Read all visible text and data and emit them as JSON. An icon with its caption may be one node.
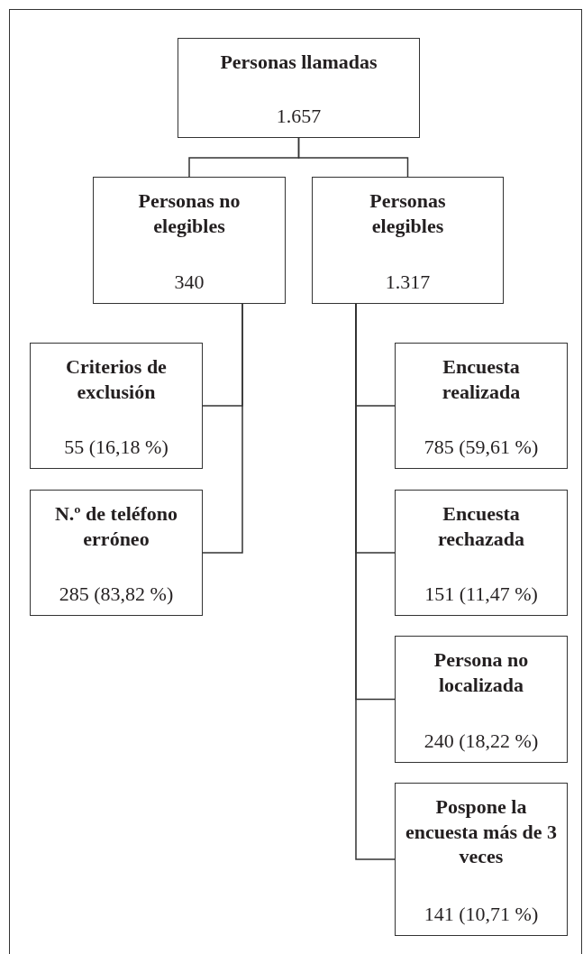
{
  "diagram": {
    "nodes": [
      {
        "text": [
          "Personas llamadas",
          "1.657"
        ]
      },
      {
        "text": [
          "Personas no elegibles",
          "340"
        ]
      },
      {
        "text": [
          "Personas elegibles",
          "1.317"
        ]
      },
      {
        "text": [
          "Criterios de exclusión",
          "55 (16,18 %)"
        ]
      },
      {
        "text": [
          "N.º de teléfono erróneo",
          "285 (83,82 %)"
        ]
      },
      {
        "text": [
          "Encuesta realizada",
          "785 (59,61 %)"
        ]
      },
      {
        "text": [
          "Encuesta rechazada",
          "151 (11,47 %)"
        ]
      },
      {
        "text": [
          "Persona no localizada",
          "240 (18,22 %)"
        ]
      },
      {
        "text": [
          "Pospone la encuesta más de 3 veces",
          "141 (10,71 %)"
        ]
      }
    ],
    "edges": [
      {
        "from": 0,
        "to": 1,
        "arrow": "none"
      },
      {
        "from": 0,
        "to": 2,
        "arrow": "none"
      },
      {
        "from": 1,
        "to": 3,
        "arrow": "none"
      },
      {
        "from": 1,
        "to": 4,
        "arrow": "none"
      },
      {
        "from": 2,
        "to": 5,
        "arrow": "none"
      },
      {
        "from": 2,
        "to": 6,
        "arrow": "none"
      },
      {
        "from": 2,
        "to": 7,
        "arrow": "none"
      },
      {
        "from": 2,
        "to": 8,
        "arrow": "none"
      }
    ]
  }
}
